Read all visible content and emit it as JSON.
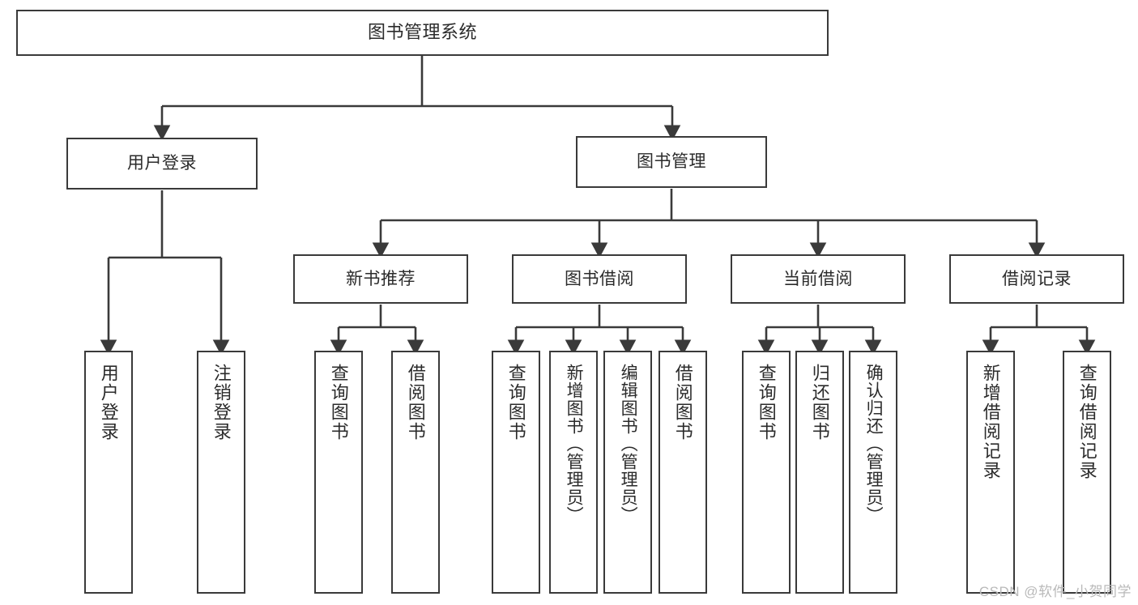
{
  "diagram": {
    "title": "图书管理系统",
    "type": "hierarchy-tree",
    "root": {
      "label": "图书管理系统"
    },
    "level2": [
      {
        "label": "用户登录"
      },
      {
        "label": "图书管理"
      }
    ],
    "level3": [
      {
        "label": "新书推荐"
      },
      {
        "label": "图书借阅"
      },
      {
        "label": "当前借阅"
      },
      {
        "label": "借阅记录"
      }
    ],
    "leaves": {
      "user_login": [
        {
          "label": "用户登录"
        },
        {
          "label": "注销登录"
        }
      ],
      "new_book_recommend": [
        {
          "label": "查询图书"
        },
        {
          "label": "借阅图书"
        }
      ],
      "book_borrow": [
        {
          "label": "查询图书"
        },
        {
          "label": "新增图书（管理员）"
        },
        {
          "label": "编辑图书（管理员）"
        },
        {
          "label": "借阅图书"
        }
      ],
      "current_borrow": [
        {
          "label": "查询图书"
        },
        {
          "label": "归还图书"
        },
        {
          "label": "确认归还（管理员）"
        }
      ],
      "borrow_record": [
        {
          "label": "新增借阅记录"
        },
        {
          "label": "查询借阅记录"
        }
      ]
    }
  },
  "watermark": {
    "text": "CSDN @软件_小贺同学"
  },
  "colors": {
    "stroke": "#3a3a3a",
    "fill": "#ffffff",
    "text": "#2b2b2b",
    "watermark": "#b9b9b9"
  }
}
